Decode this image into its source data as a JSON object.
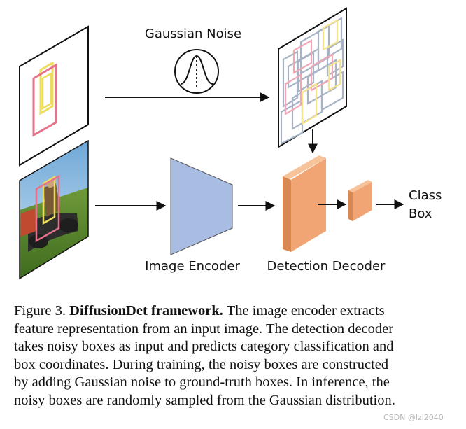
{
  "diagram": {
    "noise_label": "Gaussian Noise",
    "encoder_label": "Image Encoder",
    "decoder_label": "Detection Decoder",
    "output_class": "Class",
    "output_box": "Box",
    "colors": {
      "encoder_fill": "#a9bde3",
      "decoder_front": "#f2a574",
      "decoder_side": "#d88850",
      "decoder_top": "#f7c39a",
      "gt_box_pink": "#e8728a",
      "gt_box_yellow": "#eedc5c",
      "noisy_gray": "#a8b4c6",
      "noisy_pink": "#f0a7b5",
      "noisy_yellow": "#f5e38f"
    }
  },
  "caption": {
    "label": "Figure 3.",
    "title": "DiffusionDet framework.",
    "line1_rest": "The image encoder extracts",
    "line2": "feature representation from an input image. The detection decoder",
    "line3": "takes noisy boxes as input and predicts category classification and",
    "line4": "box coordinates. During training, the noisy boxes are constructed",
    "line5": "by adding Gaussian noise to ground-truth boxes. In inference, the",
    "line6": "noisy boxes are randomly sampled from the Gaussian distribution."
  },
  "watermark": "CSDN @lzl2040"
}
